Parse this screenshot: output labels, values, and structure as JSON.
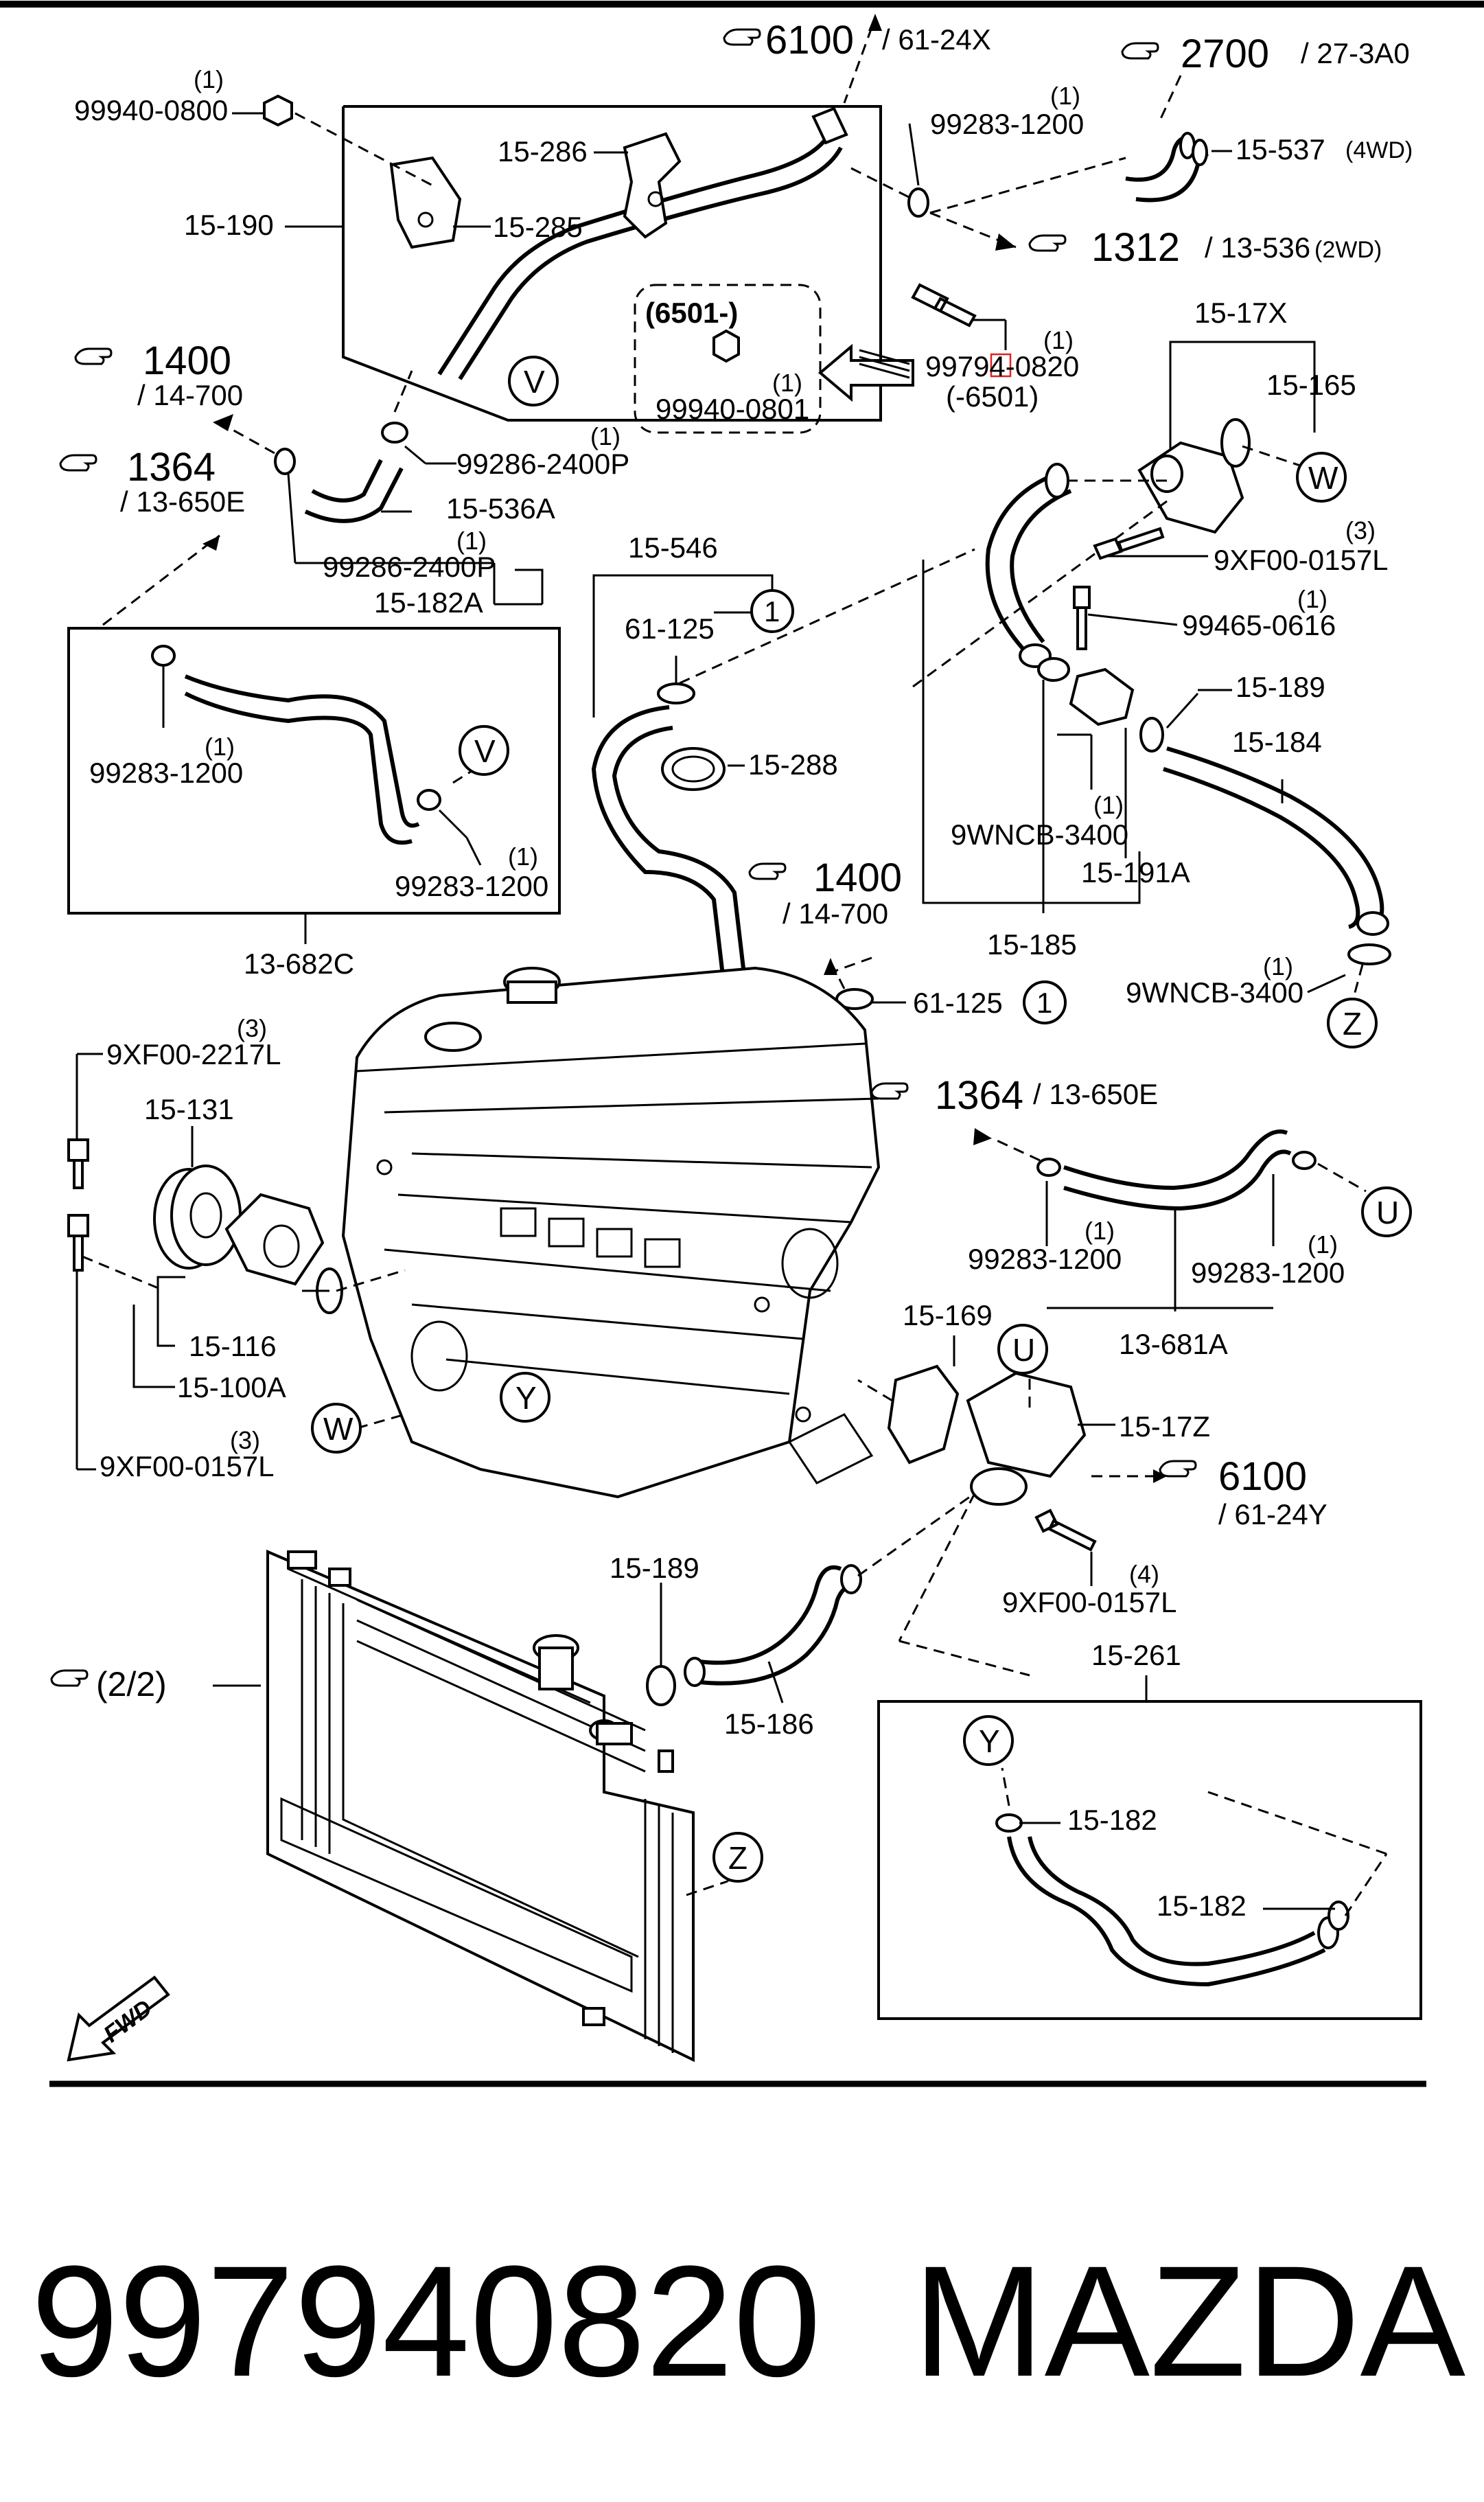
{
  "labels": {
    "p99940_0800": "99940-0800",
    "q99940_0800": "(1)",
    "p15_286": "15-286",
    "p15_190": "15-190",
    "p15_285": "15-285",
    "p99283_1200_a": "99283-1200",
    "q99283_1200_a": "(1)",
    "p15_537": "15-537",
    "t4wd": "(4WD)",
    "t2wd": "(2WD)",
    "ref6501": "(6501-)",
    "p99940_0801": "99940-0801",
    "q99940_0801": "(1)",
    "p99794_0820": "99794-0820",
    "q99794_0820": "(1)",
    "p6501b": "(-6501)",
    "p15_17x": "15-17X",
    "p15_165": "15-165",
    "p99286_2400p_a": "99286-2400P",
    "q99286_2400p_a": "(1)",
    "p15_536a": "15-536A",
    "p99286_2400p_b": "99286-2400P",
    "q99286_2400p_b": "(1)",
    "p15_182a": "15-182A",
    "p15_546": "15-546",
    "p61_125_a": "61-125",
    "p15_288": "15-288",
    "p9xf00_0157l_a": "9XF00-0157L",
    "q9xf00_0157l_a": "(3)",
    "p99465_0616": "99465-0616",
    "q99465_0616": "(1)",
    "p15_189_a": "15-189",
    "p15_184": "15-184",
    "p9wncb_3400_a": "9WNCB-3400",
    "q9wncb_3400_a": "(1)",
    "p15_191a": "15-191A",
    "p15_185": "15-185",
    "p9wncb_3400_b": "9WNCB-3400",
    "q9wncb_3400_b": "(1)",
    "p99283_1200_b": "99283-1200",
    "q99283_1200_b": "(1)",
    "p99283_1200_c": "99283-1200",
    "q99283_1200_c": "(1)",
    "p13_682c": "13-682C",
    "p61_125_b": "61-125",
    "p9xf00_2217l": "9XF00-2217L",
    "q9xf00_2217l": "(3)",
    "p15_131": "15-131",
    "p15_116": "15-116",
    "p15_100a": "15-100A",
    "p9xf00_0157l_b": "9XF00-0157L",
    "q9xf00_0157l_b": "(3)",
    "p99283_1200_d": "99283-1200",
    "q99283_1200_d": "(1)",
    "p99283_1200_e": "99283-1200",
    "q99283_1200_e": "(1)",
    "p13_681a": "13-681A",
    "p15_169": "15-169",
    "p15_17z": "15-17Z",
    "p9xf00_0157l_c": "9XF00-0157L",
    "q9xf00_0157l_c": "(4)",
    "p15_189_b": "15-189",
    "p15_186": "15-186",
    "p15_261": "15-261",
    "p15_182_a": "15-182",
    "p15_182_b": "15-182",
    "fwd": "FWD"
  },
  "refs": {
    "r6100a_num": "6100",
    "r6100a_sub": "/ 61-24X",
    "r2700_num": "2700",
    "r2700_sub": "/ 27-3A0",
    "r1312_num": "1312",
    "r1312_sub": "/ 13-536",
    "r1400a_num": "1400",
    "r1400a_sub": "/ 14-700",
    "r1364a_num": "1364",
    "r1364a_sub": "/ 13-650E",
    "r1400b_num": "1400",
    "r1400b_sub": "/ 14-700",
    "r1364b_num": "1364",
    "r1364b_sub": "/ 13-650E",
    "r6100b_num": "6100",
    "r6100b_sub": "/ 61-24Y",
    "r22": "(2/2)"
  },
  "callouts": {
    "V1": "V",
    "V2": "V",
    "W1": "W",
    "W2": "W",
    "Z1": "Z",
    "Z2": "Z",
    "U1": "U",
    "U2": "U",
    "Y1": "Y",
    "Y2": "Y",
    "one_a": "1",
    "one_b": "1"
  },
  "caption": {
    "part_number": "997940820",
    "brand": "MAZDA"
  },
  "colors": {
    "ink": "#000000",
    "background": "#ffffff",
    "highlight": "#e02020"
  }
}
